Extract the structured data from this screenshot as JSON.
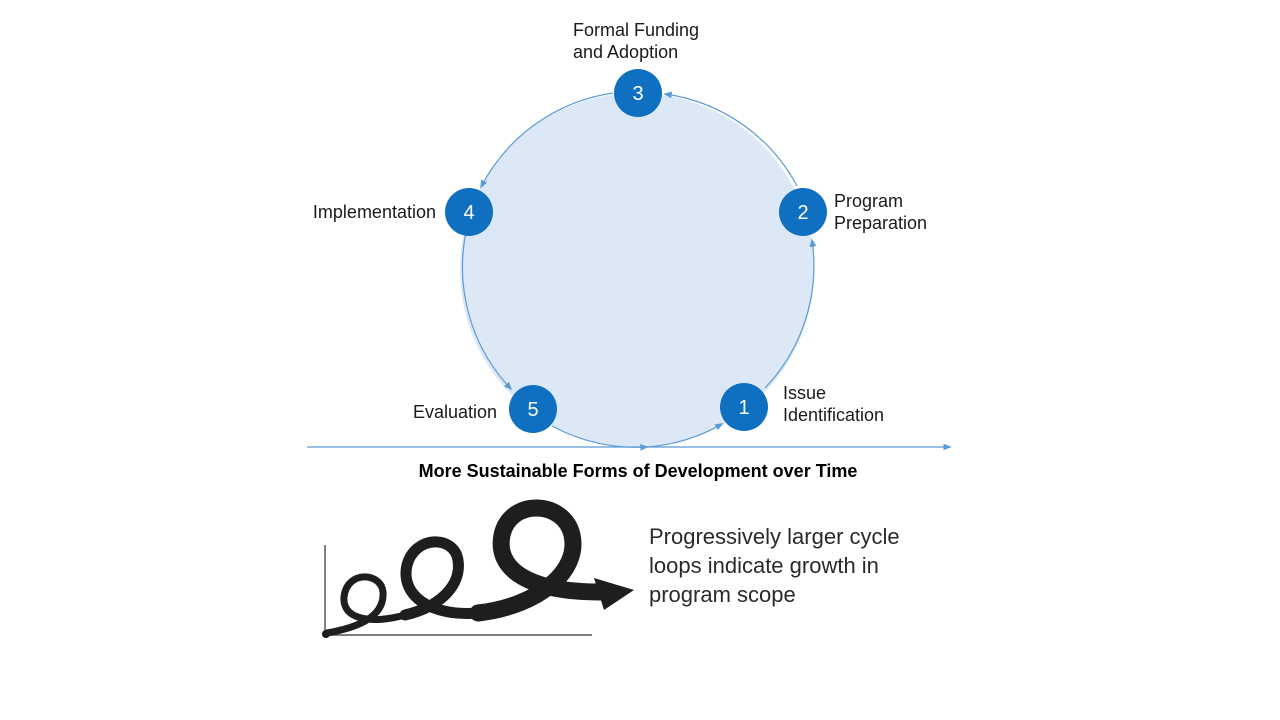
{
  "cycle": {
    "steps": [
      {
        "number": "1",
        "line1": "Issue",
        "line2": "Identification"
      },
      {
        "number": "2",
        "line1": "Program",
        "line2": "Preparation"
      },
      {
        "number": "3",
        "line1": "Formal Funding",
        "line2": "and Adoption"
      },
      {
        "number": "4",
        "line1": "Implementation",
        "line2": ""
      },
      {
        "number": "5",
        "line1": "Evaluation",
        "line2": ""
      }
    ],
    "colors": {
      "node_fill": "#0f6fc0",
      "circle_fill": "#dce8f5",
      "circle_stroke": "#5b9bd5",
      "axis": "#5b9bd5"
    }
  },
  "axis": {
    "caption": "More Sustainable Forms of Development over Time"
  },
  "spiral": {
    "icon": "growth-spiral-icon",
    "note": "Progressively larger cycle loops indicate growth in program scope"
  }
}
